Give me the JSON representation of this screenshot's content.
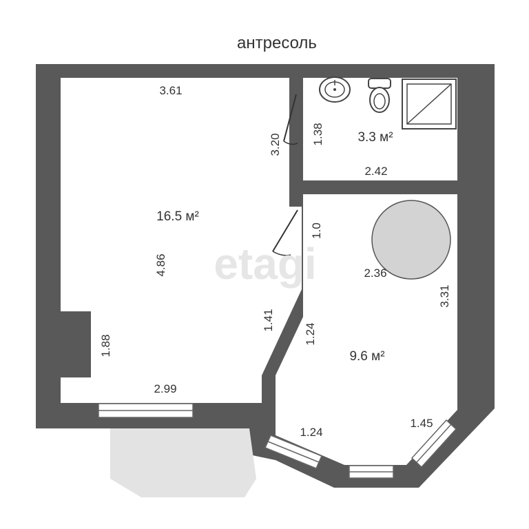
{
  "colors": {
    "wall": "#595959",
    "floor": "#ffffff",
    "balcony": "#e3e3e3",
    "text": "#333333",
    "watermark": "#e6e6e6",
    "table": "#d3d3d3"
  },
  "plan": {
    "title": "антресоль",
    "watermark": "etagi",
    "rooms": {
      "main": {
        "area": "16.5 м²",
        "dims": {
          "top": "3.61",
          "left_height": "4.86",
          "niche": "1.88",
          "bottom": "2.99",
          "diagonal": "1.41"
        }
      },
      "bathroom": {
        "area": "3.3 м²",
        "dims": {
          "height": "1.38",
          "width": "2.42"
        }
      },
      "second": {
        "area": "9.6 м²",
        "dims": {
          "door": "1.0",
          "top": "2.36",
          "right": "3.31",
          "left": "1.24",
          "bottom_left": "1.24",
          "bottom_right": "1.45"
        }
      }
    },
    "doors": {
      "bath_door": "3.20"
    },
    "fixtures": [
      "sink-icon",
      "toilet-icon",
      "shower-icon",
      "round-table-icon"
    ]
  }
}
